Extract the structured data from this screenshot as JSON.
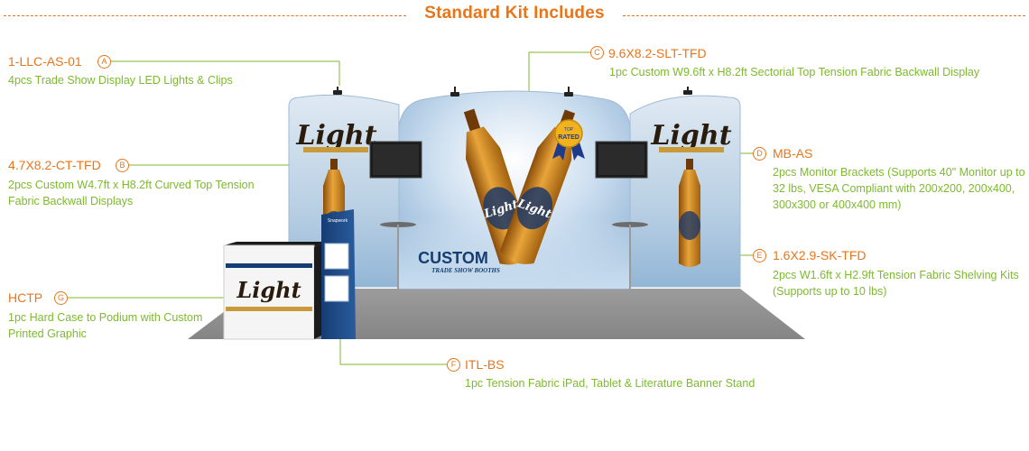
{
  "title": "Standard Kit Includes",
  "colors": {
    "accent": "#e8751a",
    "green": "#7dba2f"
  },
  "items": {
    "a": {
      "badge": "A",
      "code": "1-LLC-AS-01",
      "desc": "4pcs Trade Show Display LED Lights & Clips"
    },
    "b": {
      "badge": "B",
      "code": "4.7X8.2-CT-TFD",
      "desc": "2pcs Custom W4.7ft x H8.2ft Curved Top Tension Fabric Backwall Displays"
    },
    "c": {
      "badge": "C",
      "code": "9.6X8.2-SLT-TFD",
      "desc": "1pc Custom W9.6ft x H8.2ft Sectorial Top Tension Fabric Backwall Display"
    },
    "d": {
      "badge": "D",
      "code": "MB-AS",
      "desc": "2pcs Monitor Brackets (Supports 40\" Monitor up to 32 lbs, VESA Compliant with 200x200, 200x400, 300x300 or 400x400 mm)"
    },
    "e": {
      "badge": "E",
      "code": "1.6X2.9-SK-TFD",
      "desc": "2pcs W1.6ft x H2.9ft Tension Fabric Shelving Kits (Supports up to 10 lbs)"
    },
    "f": {
      "badge": "F",
      "code": "ITL-BS",
      "desc": "1pc Tension Fabric iPad, Tablet & Literature Banner Stand"
    },
    "g": {
      "badge": "G",
      "code": "HCTP",
      "desc": "1pc Hard Case to Podium with Custom Printed Graphic"
    }
  },
  "graphic": {
    "brand": "Light",
    "headline": "CUSTOM",
    "subline": "TRADE SHOW BOOTHS",
    "seal_top": "TOP",
    "seal_main": "RATED",
    "stand_brand": "Snapwork"
  }
}
